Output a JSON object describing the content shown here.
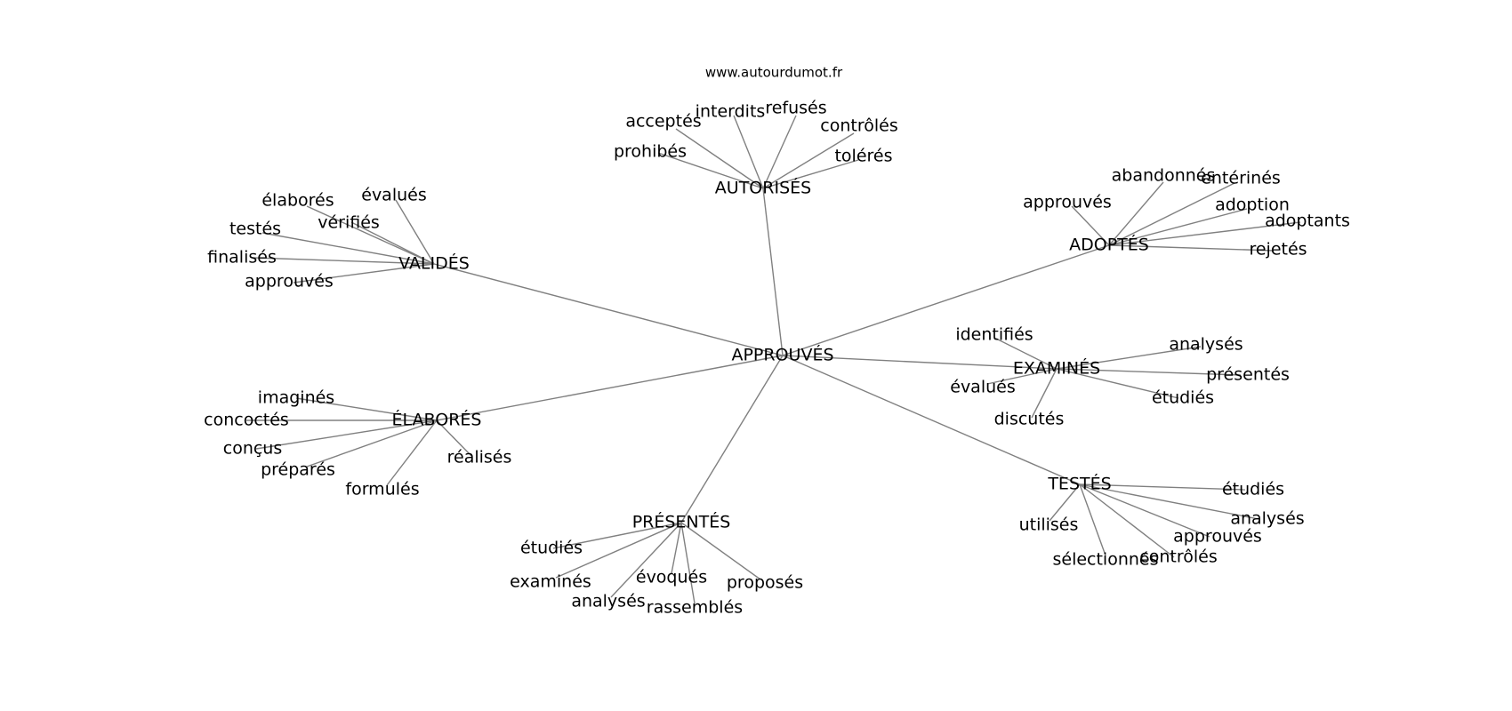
{
  "source": "www.autourdumot.fr",
  "diagram": {
    "center": "APPROUVÉS",
    "hubs": [
      {
        "id": "autorises",
        "label": "AUTORISÉS",
        "leaves": [
          "acceptés",
          "interdits",
          "refusés",
          "contrôlés",
          "prohibés",
          "tolérés"
        ]
      },
      {
        "id": "valides",
        "label": "VALIDÉS",
        "leaves": [
          "élaborés",
          "évalués",
          "vérifiés",
          "testés",
          "finalisés",
          "approuvés"
        ]
      },
      {
        "id": "adoptes",
        "label": "ADOPTÉS",
        "leaves": [
          "abandonnés",
          "entérinés",
          "approuvés",
          "adoption",
          "adoptants",
          "rejetés"
        ]
      },
      {
        "id": "examines",
        "label": "EXAMINÉS",
        "leaves": [
          "identifiés",
          "analysés",
          "présentés",
          "évalués",
          "étudiés",
          "discutés"
        ]
      },
      {
        "id": "elabores",
        "label": "ÉLABORÉS",
        "leaves": [
          "imaginés",
          "concoctés",
          "conçus",
          "préparés",
          "réalisés",
          "formulés"
        ]
      },
      {
        "id": "testes",
        "label": "TESTÉS",
        "leaves": [
          "étudiés",
          "analysés",
          "utilisés",
          "approuvés",
          "contrôlés",
          "sélectionnés"
        ]
      },
      {
        "id": "presentes",
        "label": "PRÉSENTÉS",
        "leaves": [
          "étudiés",
          "examinés",
          "évoqués",
          "proposés",
          "analysés",
          "rassemblés"
        ]
      }
    ]
  }
}
